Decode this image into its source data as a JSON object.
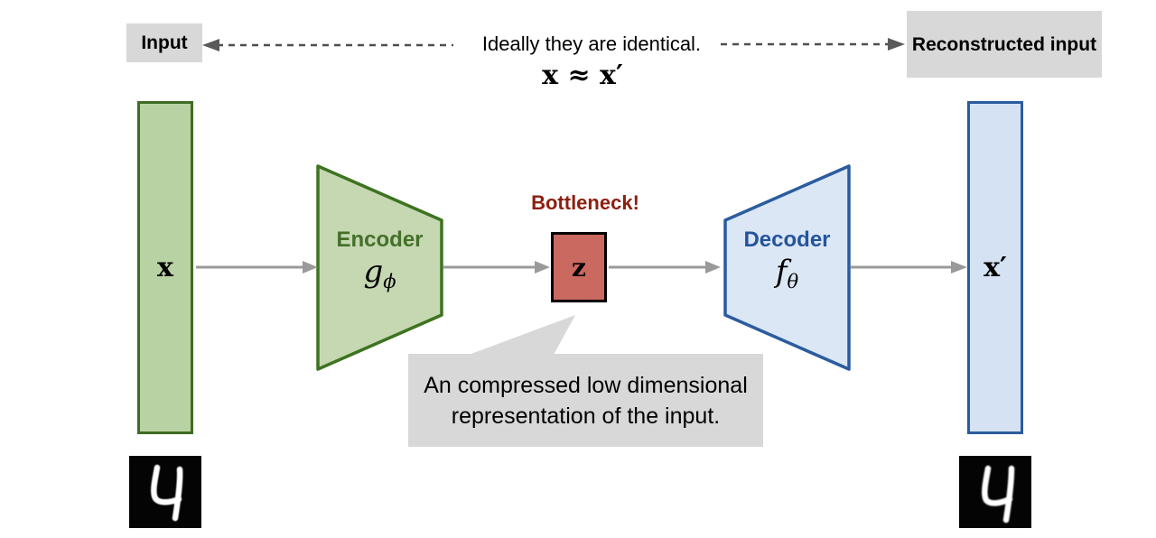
{
  "header": {
    "input_label": "Input",
    "reconstructed_label": "Reconstructed input",
    "note": "Ideally they are identical.",
    "formula": "x ≈ x′"
  },
  "pipeline": {
    "input_vector_label": "x",
    "output_vector_label": "x′",
    "encoder": {
      "title": "Encoder",
      "symbol": "g",
      "subscript": "ϕ"
    },
    "decoder": {
      "title": "Decoder",
      "symbol": "f",
      "subscript": "θ"
    },
    "bottleneck": {
      "warning": "Bottleneck!",
      "latent_label": "z"
    }
  },
  "callout": {
    "text": "An compressed low dimensional representation of the input."
  },
  "digits": {
    "input_digit": "4",
    "reconstructed_digit": "4"
  },
  "colors": {
    "label_box_gray": "#d8d8d8",
    "input_vector_fill": "#b9d2a3",
    "input_vector_border": "#3f6c25",
    "encoder_fill": "#c5d8b2",
    "encoder_border": "#3e7320",
    "encoder_title": "#44702a",
    "latent_fill": "#ca695f",
    "latent_border": "#000000",
    "bottleneck_warning": "#8e1f10",
    "decoder_fill": "#dbe7f5",
    "decoder_border": "#2b5c9e",
    "decoder_title": "#25549b",
    "output_vector_fill": "#d4e2f4",
    "output_vector_border": "#2b5c9e",
    "flow_arrow": "#9a9a9a",
    "dashed_arrow": "#4f4f4f",
    "digit_background": "#040404",
    "digit_stroke": "#ffffff"
  }
}
